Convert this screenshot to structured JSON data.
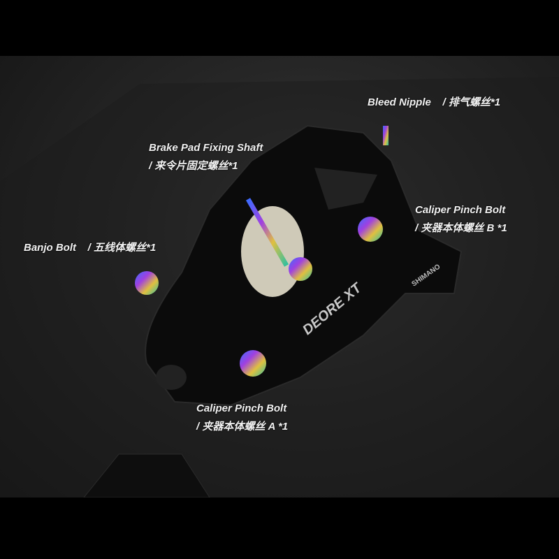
{
  "labels": {
    "bleed_nipple": {
      "en": "Bleed Nipple",
      "zh": "/ 排气螺丝*1"
    },
    "brake_pad_shaft": {
      "en": "Brake Pad Fixing Shaft",
      "zh": "/ 来令片固定螺丝*1"
    },
    "pinch_bolt_b": {
      "en": "Caliper Pinch Bolt",
      "zh": "/ 夹器本体螺丝 B *1"
    },
    "banjo_bolt": {
      "en": "Banjo Bolt",
      "zh": "/ 五线体螺丝*1"
    },
    "pinch_bolt_a": {
      "en": "Caliper Pinch Bolt",
      "zh": "/ 夹器本体螺丝 A *1"
    }
  },
  "brand_marks": {
    "model": "DEORE XT",
    "maker": "SHIMANO"
  }
}
